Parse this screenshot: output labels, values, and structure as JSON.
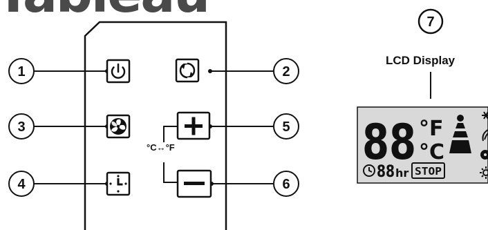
{
  "header": {
    "title_fragment": "Tableau"
  },
  "callouts": [
    "1",
    "2",
    "3",
    "4",
    "5",
    "6",
    "7"
  ],
  "lcd": {
    "label": "LCD Display",
    "digits": "88",
    "unit_f": "°F",
    "unit_c": "°C",
    "timer_digits": "88",
    "timer_unit": "hr",
    "stop": "STOP"
  },
  "unit_toggle": "°C↔°F",
  "icons": {
    "power": "power-icon",
    "mode": "cycle-mode-icon",
    "fan": "fan-icon",
    "timer": "clock-icon",
    "plus": "plus-icon",
    "minus": "minus-icon"
  },
  "colors": {
    "lcd_bg": "#d9d9d9",
    "outline": "#111111",
    "title": "#4a4a4a"
  }
}
